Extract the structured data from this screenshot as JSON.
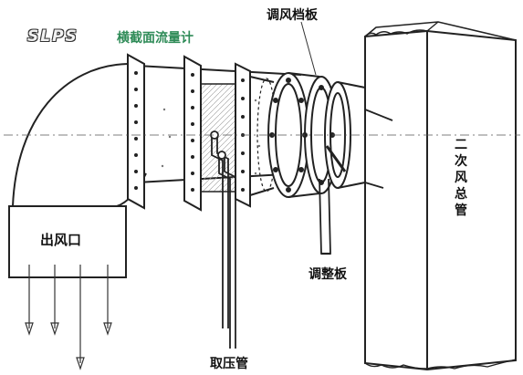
{
  "header": {
    "brand": "SLPS",
    "subtitle": "横截面流量计"
  },
  "labels": {
    "damper": "调风档板",
    "outlet": "出风口",
    "adjust_plate": "调整板",
    "pressure_tube": "取压管",
    "duct": "二次风总管"
  }
}
